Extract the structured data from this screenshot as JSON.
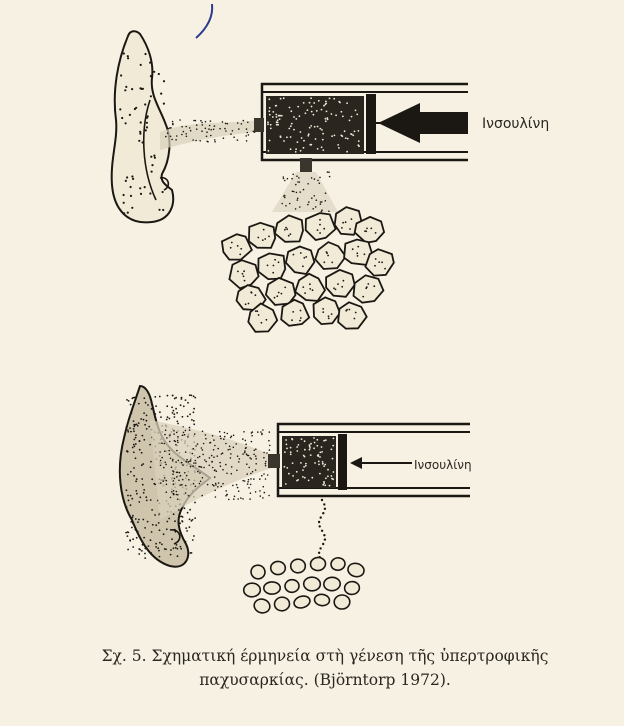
{
  "diagram": {
    "top_panel": {
      "arrow_label": "Ινσουλίνη"
    },
    "bottom_panel": {
      "arrow_label": "Ινσουλίνη"
    }
  },
  "caption": {
    "line1": "Σχ. 5. Σχηματική έρμηνεία στὴ γένεση τῆς ὑπερτροφικῆς",
    "line2": "παχυσαρκίας. (Björntorp 1972)."
  },
  "colors": {
    "paper": "#f6f1e3",
    "ink": "#1b1813",
    "tissue_fill": "#f1ead7"
  }
}
